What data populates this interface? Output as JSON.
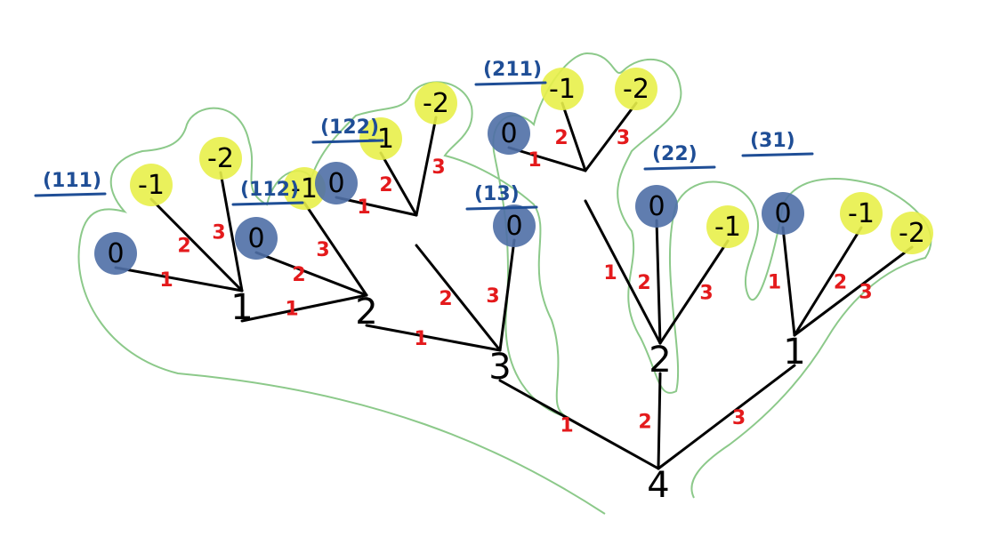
{
  "colors": {
    "edge": "#000000",
    "edge_label": "#e41a1c",
    "outline": "#8cc98a",
    "leaf_zero": "#4f6fa6",
    "leaf_negative": "#e8f04a",
    "tag": "#1f4e96"
  },
  "nodes": [
    {
      "id": "root",
      "label": "4"
    },
    {
      "id": "n3",
      "label": "3"
    },
    {
      "id": "n2b",
      "label": "2"
    },
    {
      "id": "n1b",
      "label": "1"
    },
    {
      "id": "n2a",
      "label": "2"
    },
    {
      "id": "n1a",
      "label": "1"
    }
  ],
  "edges": [
    {
      "from": "root",
      "to": "n3",
      "label": "1"
    },
    {
      "from": "root",
      "to": "n2b",
      "label": "2"
    },
    {
      "from": "root",
      "to": "n1b",
      "label": "3"
    },
    {
      "from": "n3",
      "to": "n2a",
      "label": "1"
    },
    {
      "from": "n3",
      "to": "n122",
      "label": "2"
    },
    {
      "from": "n3",
      "to": "leaf13",
      "label": "3"
    },
    {
      "from": "n2a",
      "to": "n1a",
      "label": "1"
    },
    {
      "from": "n2a",
      "to": "leaf112_0",
      "label": "2"
    },
    {
      "from": "n2a",
      "to": "leaf112_m1",
      "label": "3"
    },
    {
      "from": "n1a",
      "to": "leaf111_0",
      "label": "1"
    },
    {
      "from": "n1a",
      "to": "leaf111_m1",
      "label": "2"
    },
    {
      "from": "n1a",
      "to": "leaf111_m2",
      "label": "3"
    },
    {
      "from": "n122",
      "to": "leaf122_0",
      "label": "1"
    },
    {
      "from": "n122",
      "to": "leaf122_m1",
      "label": "2"
    },
    {
      "from": "n122",
      "to": "leaf122_m2",
      "label": "3"
    },
    {
      "from": "n2b",
      "to": "n211",
      "label": "1"
    },
    {
      "from": "n2b",
      "to": "leaf22_0",
      "label": "2"
    },
    {
      "from": "n2b",
      "to": "leaf22_m1",
      "label": "3"
    },
    {
      "from": "n211",
      "to": "leaf211_0",
      "label": "1"
    },
    {
      "from": "n211",
      "to": "leaf211_m1",
      "label": "2"
    },
    {
      "from": "n211",
      "to": "leaf211_m2",
      "label": "3"
    },
    {
      "from": "n1b",
      "to": "leaf31_0",
      "label": "1"
    },
    {
      "from": "n1b",
      "to": "leaf31_m1",
      "label": "2"
    },
    {
      "from": "n1b",
      "to": "leaf31_m2",
      "label": "3"
    }
  ],
  "leaves": [
    {
      "id": "leaf111_0",
      "label": "0",
      "kind": "zero"
    },
    {
      "id": "leaf111_m1",
      "label": "-1",
      "kind": "negative"
    },
    {
      "id": "leaf111_m2",
      "label": "-2",
      "kind": "negative"
    },
    {
      "id": "leaf112_0",
      "label": "0",
      "kind": "zero"
    },
    {
      "id": "leaf112_m1",
      "label": "-1",
      "kind": "negative"
    },
    {
      "id": "leaf122_0",
      "label": "0",
      "kind": "zero"
    },
    {
      "id": "leaf122_m1",
      "label": "-1",
      "kind": "negative"
    },
    {
      "id": "leaf122_m2",
      "label": "-2",
      "kind": "negative"
    },
    {
      "id": "leaf13",
      "label": "0",
      "kind": "zero"
    },
    {
      "id": "leaf211_0",
      "label": "0",
      "kind": "zero"
    },
    {
      "id": "leaf211_m1",
      "label": "-1",
      "kind": "negative"
    },
    {
      "id": "leaf211_m2",
      "label": "-2",
      "kind": "negative"
    },
    {
      "id": "leaf22_0",
      "label": "0",
      "kind": "zero"
    },
    {
      "id": "leaf22_m1",
      "label": "-1",
      "kind": "negative"
    },
    {
      "id": "leaf31_0",
      "label": "0",
      "kind": "zero"
    },
    {
      "id": "leaf31_m1",
      "label": "-1",
      "kind": "negative"
    },
    {
      "id": "leaf31_m2",
      "label": "-2",
      "kind": "negative"
    }
  ],
  "tags": [
    {
      "id": "tag111",
      "label": "(111)"
    },
    {
      "id": "tag112",
      "label": "(112)"
    },
    {
      "id": "tag122",
      "label": "(122)"
    },
    {
      "id": "tag13",
      "label": "(13)"
    },
    {
      "id": "tag211",
      "label": "(211)"
    },
    {
      "id": "tag22",
      "label": "(22)"
    },
    {
      "id": "tag31",
      "label": "(31)"
    }
  ]
}
